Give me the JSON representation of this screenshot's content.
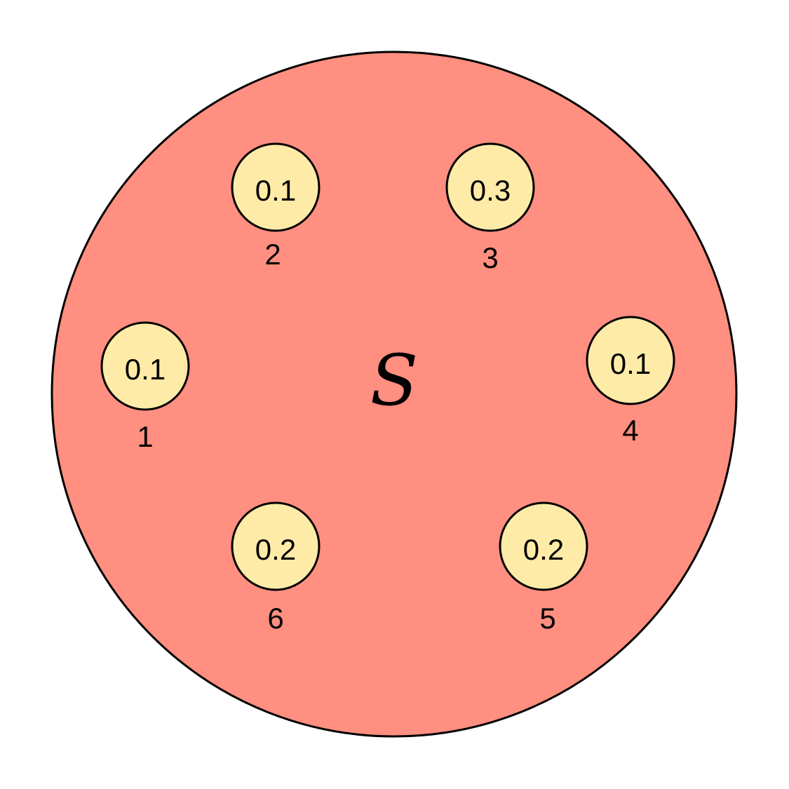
{
  "colors": {
    "set_fill": "#ff8f80",
    "node_fill": "#ffeba8",
    "stroke": "#000000"
  },
  "set": {
    "label": "S"
  },
  "nodes": [
    {
      "id": "1",
      "label": "1",
      "value": "0.1"
    },
    {
      "id": "2",
      "label": "2",
      "value": "0.1"
    },
    {
      "id": "3",
      "label": "3",
      "value": "0.3"
    },
    {
      "id": "4",
      "label": "4",
      "value": "0.1"
    },
    {
      "id": "5",
      "label": "5",
      "value": "0.2"
    },
    {
      "id": "6",
      "label": "6",
      "value": "0.2"
    }
  ]
}
